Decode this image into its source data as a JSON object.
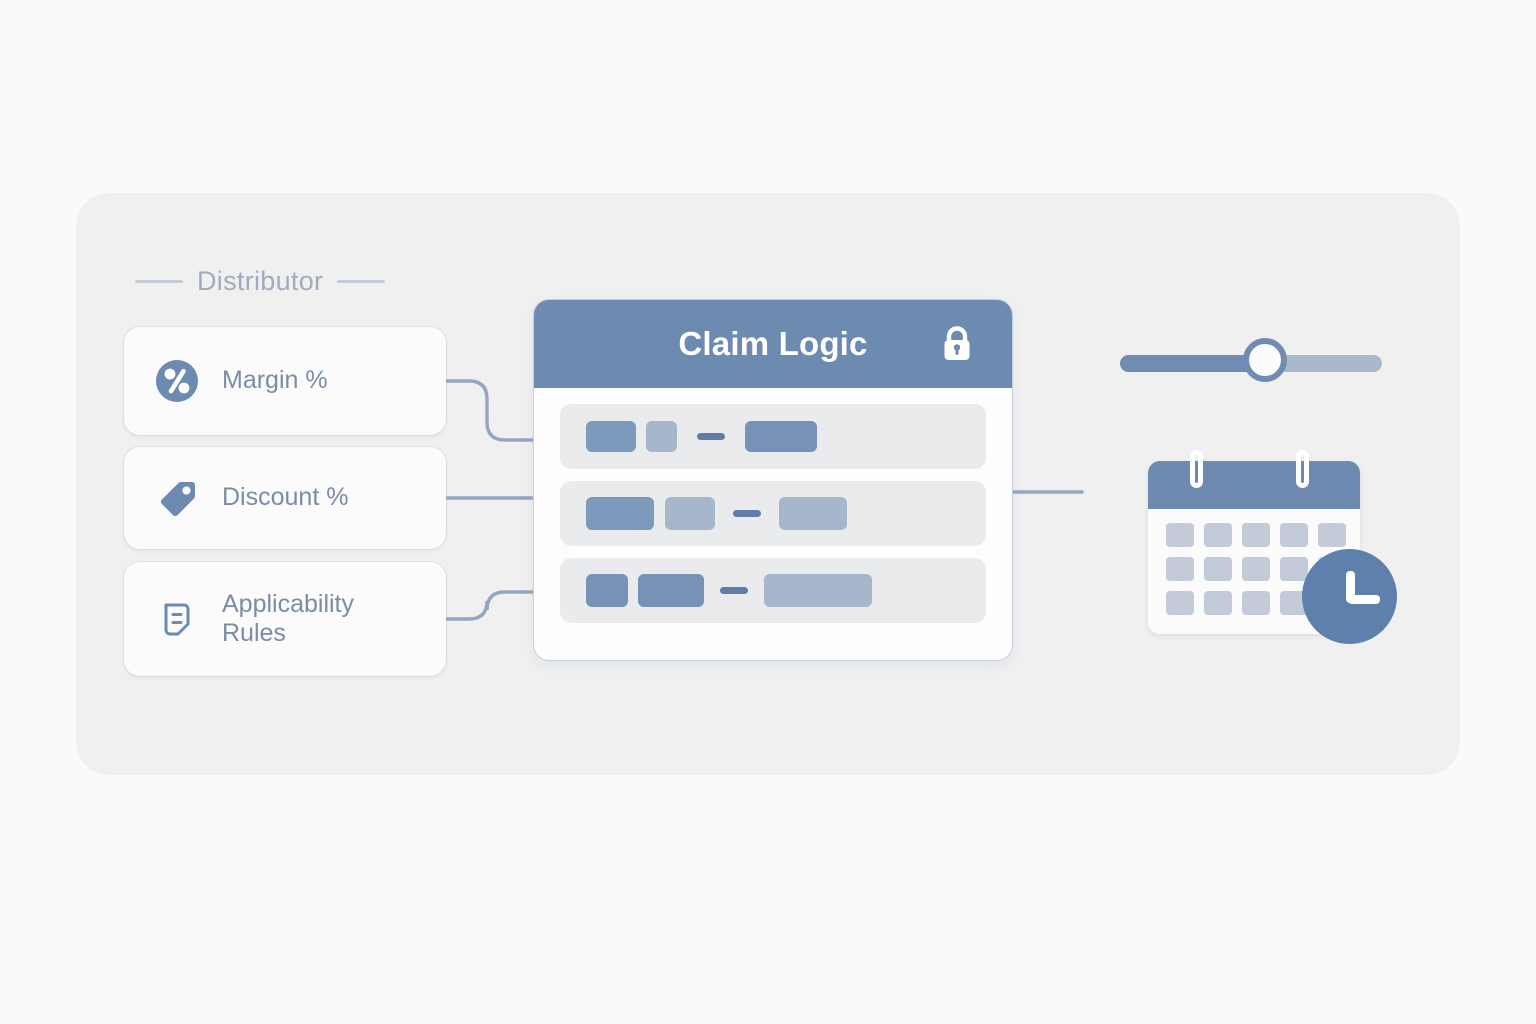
{
  "page": {
    "background": "#fafafa",
    "panel_color": "#f0f0f0",
    "accent_blue": "#6d8ab0",
    "light_blue": "#a9b8cc",
    "text_blue": "#7b8ca5"
  },
  "section": {
    "label": "Distributor",
    "left_dash": "",
    "right_dash": ""
  },
  "inputs": [
    {
      "label": "Margin %",
      "icon": "percent-circle-icon"
    },
    {
      "label": "Discount %",
      "icon": "price-tag-icon"
    },
    {
      "label": "Applicability\nRules",
      "icon": "document-rules-icon",
      "line1": "Applicability",
      "line2": "Rules"
    }
  ],
  "claim_card": {
    "title": "Claim Logic",
    "lock_icon": "lock-icon",
    "rows": [
      {
        "chips": [
          {
            "w": 50,
            "h": 31,
            "color": "#7d9abc"
          },
          {
            "w": 31,
            "h": 31,
            "color": "#a6b6cb"
          },
          {
            "dash": true,
            "w": 28,
            "color": "#5e7ea8"
          },
          {
            "w": 72,
            "h": 31,
            "color": "#7792b6"
          }
        ]
      },
      {
        "chips": [
          {
            "w": 68,
            "h": 33,
            "color": "#7d9abc"
          },
          {
            "w": 50,
            "h": 33,
            "color": "#a6b6cb"
          },
          {
            "dash": true,
            "w": 28,
            "color": "#5e7ea8"
          },
          {
            "w": 68,
            "h": 33,
            "color": "#a6b6cb"
          }
        ]
      },
      {
        "chips": [
          {
            "w": 42,
            "h": 33,
            "color": "#7792b6"
          },
          {
            "w": 66,
            "h": 33,
            "color": "#7792b6"
          },
          {
            "dash": true,
            "w": 28,
            "color": "#5e7ea8"
          },
          {
            "w": 108,
            "h": 33,
            "color": "#a6b6cb"
          }
        ]
      }
    ]
  },
  "slider": {
    "name": "threshold-slider",
    "fill_percent": 56,
    "fill_color": "#6f8cb2",
    "rest_color": "#a9b8cc",
    "thumb_color": "#fbfbfb"
  },
  "calendar": {
    "name": "calendar-clock",
    "header_color": "#6d8ab0",
    "day_color": "#c3cbd9",
    "rows": [
      5,
      5,
      5
    ],
    "clock_icon": "clock-icon",
    "clock_color": "#5e80ac"
  }
}
